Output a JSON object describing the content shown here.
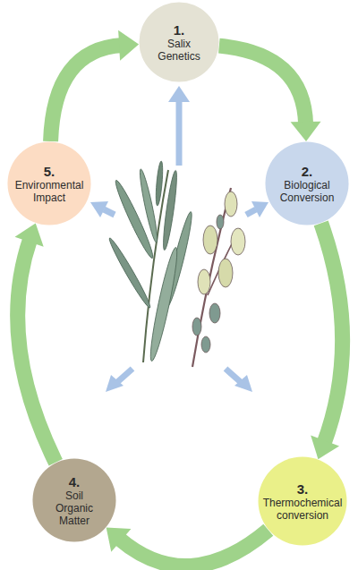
{
  "diagram": {
    "nodes": [
      {
        "text": [
          "1.",
          "Salix Genetics"
        ]
      },
      {
        "text": [
          "2.",
          "Biological Conversion"
        ]
      },
      {
        "text": [
          "3.",
          "Thermochemical conversion"
        ]
      },
      {
        "text": [
          "4.",
          "Soil Organic Matter"
        ]
      },
      {
        "text": [
          "5.",
          "Environmental Impact"
        ]
      }
    ],
    "edges": [
      {
        "from": 0,
        "to": 1,
        "arrow": "to"
      },
      {
        "from": 1,
        "to": 2,
        "arrow": "to"
      },
      {
        "from": 2,
        "to": 3,
        "arrow": "to"
      },
      {
        "from": 3,
        "to": 4,
        "arrow": "to"
      },
      {
        "from": 4,
        "to": 0,
        "arrow": "to"
      }
    ]
  }
}
